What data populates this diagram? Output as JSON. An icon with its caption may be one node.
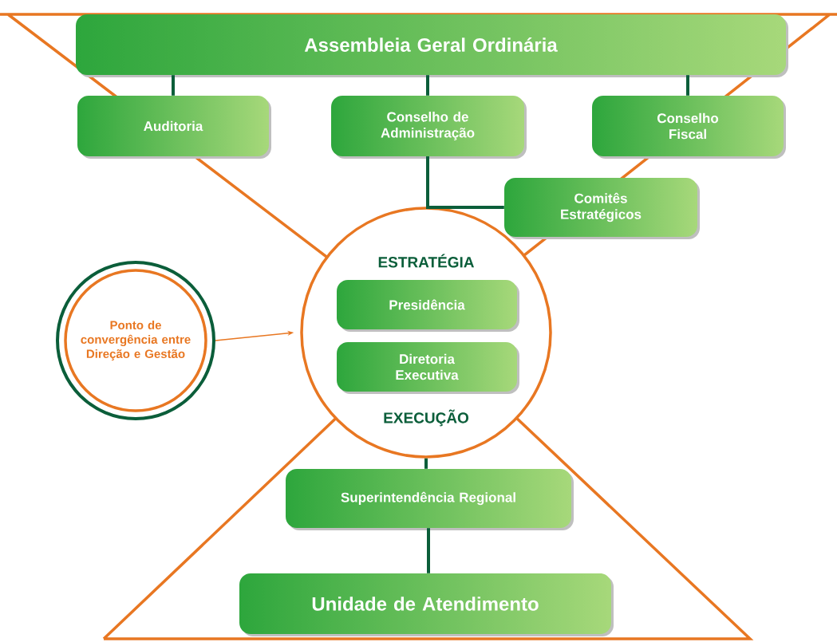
{
  "diagram": {
    "nodes": [
      {
        "text": [
          "Assembleia Geral Ordinária"
        ]
      },
      {
        "text": [
          "Auditoria"
        ]
      },
      {
        "text": [
          "Conselho de Administração"
        ]
      },
      {
        "text": [
          "Conselho Fiscal"
        ]
      },
      {
        "text": [
          "Comitês Estratégicos"
        ]
      },
      {
        "text": [
          "ESTRATÉGIA",
          "EXECUÇÃO"
        ]
      },
      {
        "text": [
          "Presidência"
        ],
        "in": 5
      },
      {
        "text": [
          "Diretoria Executiva"
        ],
        "in": 5
      },
      {
        "text": [
          "Superintendência Regional"
        ]
      },
      {
        "text": [
          "Unidade de Atendimento"
        ]
      },
      {
        "text": [
          "Ponto de convergência entre Direção e Gestão"
        ]
      }
    ],
    "edges": [
      {
        "from": 0,
        "to": 1,
        "arrow": "none"
      },
      {
        "from": 0,
        "to": 2,
        "arrow": "none"
      },
      {
        "from": 0,
        "to": 3,
        "arrow": "none"
      },
      {
        "from": 2,
        "to": 5,
        "arrow": "none"
      },
      {
        "from": 2,
        "to": 4,
        "arrow": "none"
      },
      {
        "from": 5,
        "to": 8,
        "arrow": "none"
      },
      {
        "from": 8,
        "to": 9,
        "arrow": "none"
      },
      {
        "from": 10,
        "to": 5,
        "arrow": "to",
        "color": "#e87722"
      }
    ]
  }
}
